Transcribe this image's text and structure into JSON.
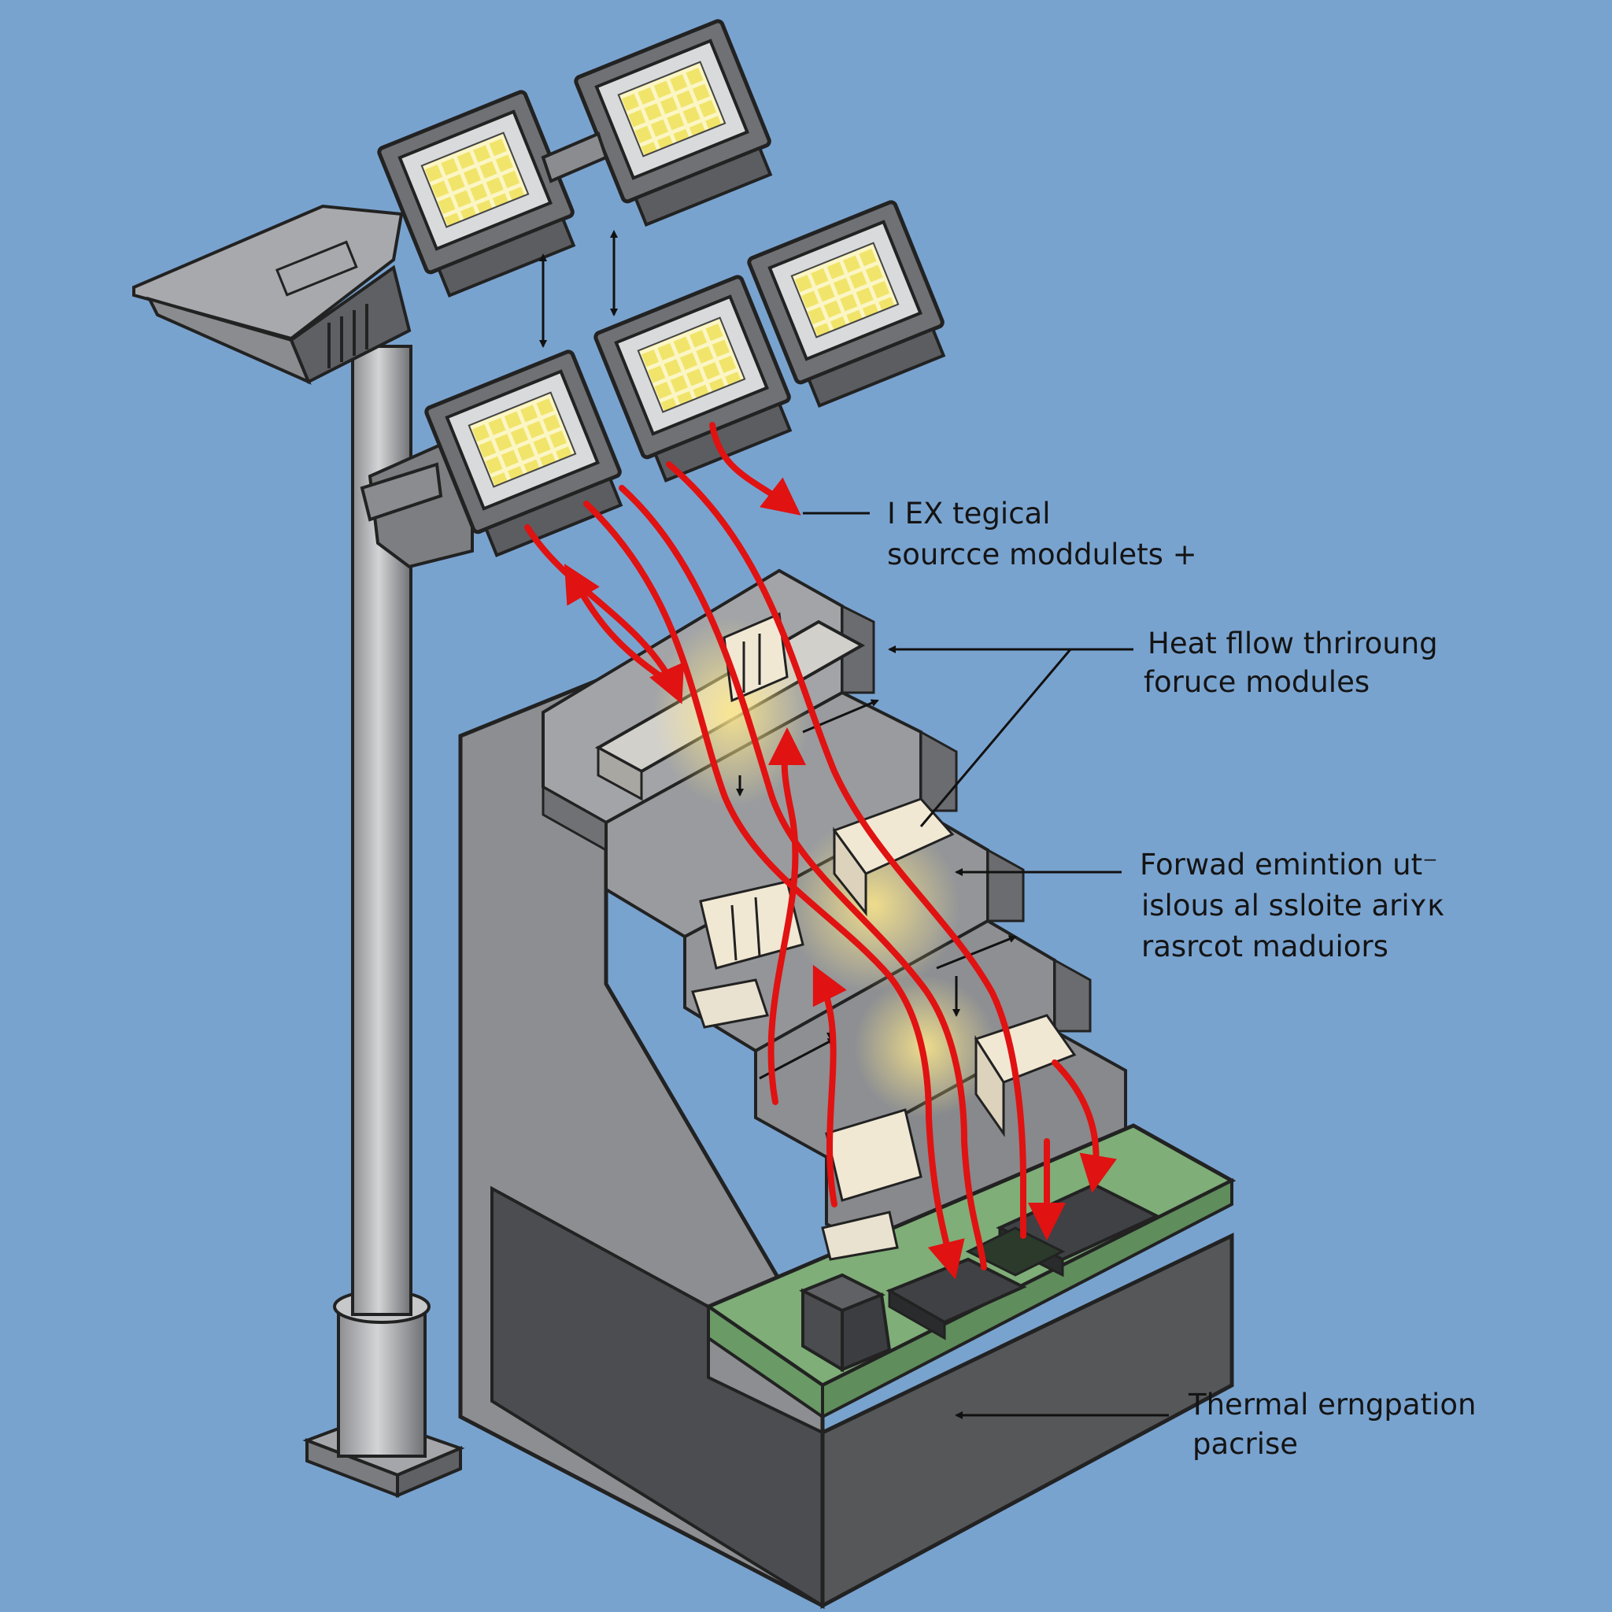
{
  "background_color": "#79a3cf",
  "colors": {
    "housing": "#7b7d80",
    "housing_dark": "#4b4d50",
    "led_glow": "#f7ee8f",
    "heat_arrow": "#e01212",
    "pcb": "#7fae78",
    "module_body": "#f1e8d4"
  },
  "labels": {
    "led_modules": {
      "line1": "I EX tegical",
      "line2": "sourcce moddulets +"
    },
    "heat_flow": {
      "line1": "Heat fllow thriroung",
      "line2": "foruce modules"
    },
    "forward_emission": {
      "line1": "Forwad emintion   ut⁻",
      "line2": "islous al ssloite ariʏκ",
      "line3": "rasrcot maduiors"
    },
    "thermal": {
      "line1": "Thermal erngpation",
      "line2": "pacrise"
    }
  },
  "icons": [
    "street-pole",
    "led-floodlight",
    "heat-flow-arrow",
    "double-headed-arrow",
    "heatsink-step",
    "power-module",
    "ic-chip",
    "connector-block"
  ]
}
